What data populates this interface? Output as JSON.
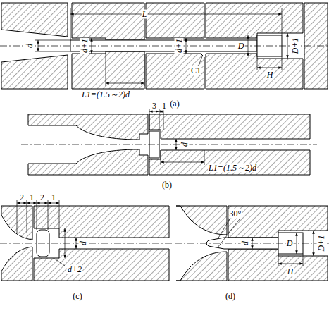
{
  "diagram": {
    "labels": [
      "L",
      "d",
      "d+1",
      "d+1",
      "D",
      "D+1",
      "C1",
      "H",
      "L1=(1.5～2)d",
      "(a)",
      "3",
      "1",
      "d",
      "L1=(1.5～2)d",
      "(b)",
      "2",
      "1",
      "2",
      "1",
      "d",
      "d+2",
      "(c)",
      "30°",
      "d",
      "D",
      "D+1",
      "H",
      "(d)"
    ]
  }
}
